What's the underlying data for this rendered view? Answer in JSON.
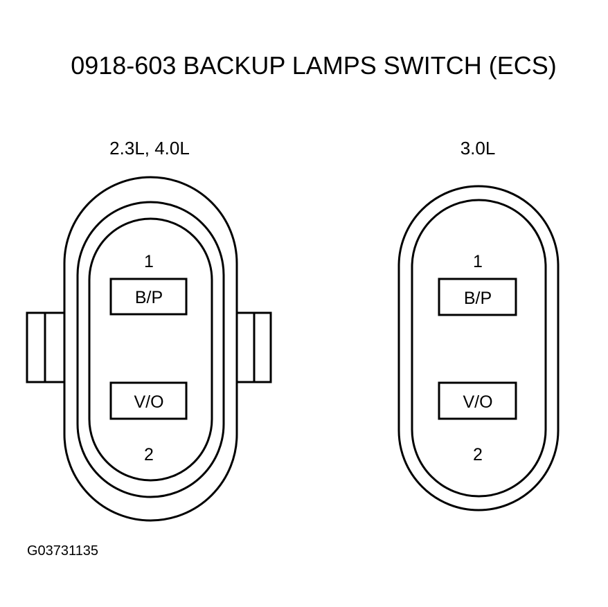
{
  "title": "0918-603 BACKUP LAMPS SWITCH (ECS)",
  "figure_id": "G03731135",
  "connectors": [
    {
      "label": "2.3L, 4.0L",
      "pins": [
        {
          "number": "1",
          "code": "B/P"
        },
        {
          "number": "2",
          "code": "V/O"
        }
      ]
    },
    {
      "label": "3.0L",
      "pins": [
        {
          "number": "1",
          "code": "B/P"
        },
        {
          "number": "2",
          "code": "V/O"
        }
      ]
    }
  ],
  "colors": {
    "line": "#000000",
    "background": "#ffffff"
  }
}
